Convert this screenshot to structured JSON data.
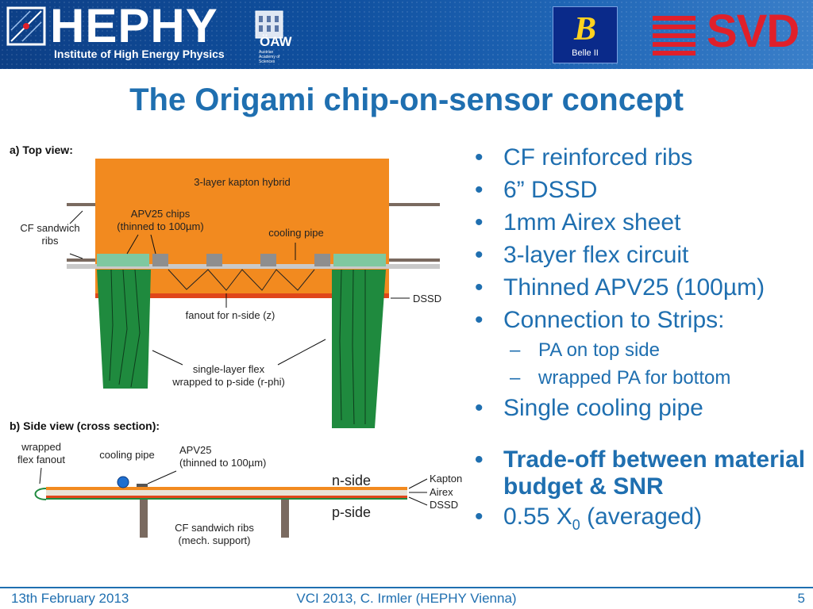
{
  "header": {
    "logo_text": "HEPHY",
    "logo_subtitle": "Institute of High Energy Physics",
    "oaw_text": "ÖAW",
    "oaw_subtitle": "Austrian Academy of Sciences",
    "belle_label": "Belle II",
    "svd_text": "SVD"
  },
  "title": "The Origami chip-on-sensor concept",
  "diagram": {
    "top_view_label": "a) Top view:",
    "hybrid_label": "3-layer kapton hybrid",
    "apv_chips_line1": "APV25 chips",
    "apv_chips_line2": "(thinned to 100µm)",
    "cooling_pipe_top": "cooling pipe",
    "cf_ribs_line1": "CF sandwich",
    "cf_ribs_line2": "ribs",
    "dssd": "DSSD",
    "fanout_label": "fanout for n-side (z)",
    "flex_line1": "single-layer flex",
    "flex_line2": "wrapped to p-side (r-phi)",
    "side_view_label": "b) Side view (cross section):",
    "wrapped_line1": "wrapped",
    "wrapped_line2": "flex fanout",
    "cooling_pipe_side": "cooling pipe",
    "apv25_side_line1": "APV25",
    "apv25_side_line2": "(thinned to 100µm)",
    "n_side": "n-side",
    "p_side": "p-side",
    "kapton": "Kapton",
    "airex": "Airex",
    "dssd_side": "DSSD",
    "cf_support_line1": "CF sandwich ribs",
    "cf_support_line2": "(mech. support)"
  },
  "bullets": [
    {
      "text": "CF reinforced ribs",
      "level": 1
    },
    {
      "text": "6” DSSD",
      "level": 1
    },
    {
      "text": "1mm Airex sheet",
      "level": 1
    },
    {
      "text": "3-layer flex circuit",
      "level": 1
    },
    {
      "text": "Thinned APV25 (100µm)",
      "level": 1
    },
    {
      "text": "Connection to Strips:",
      "level": 1
    },
    {
      "text": "PA on top side",
      "level": 2
    },
    {
      "text": "wrapped PA for bottom",
      "level": 2
    },
    {
      "text": "Single cooling pipe",
      "level": 1
    }
  ],
  "tradeoff": "Trade-off between material budget & SNR",
  "radiation_length": {
    "value": "0.55 X",
    "subscript": "0",
    "suffix": " (averaged)"
  },
  "bullet_glyph": "•",
  "sub_bullet_glyph": "–",
  "footer": {
    "date": "13th February 2013",
    "conference": "VCI 2013, C. Irmler (HEPHY Vienna)",
    "page": "5"
  },
  "colors": {
    "accent_blue": "#1f6fb0",
    "banner_blue": "#0f4f9e",
    "hybrid_orange": "#f28a1f",
    "flex_green": "#1f8a3e",
    "svd_red": "#e0202a"
  }
}
